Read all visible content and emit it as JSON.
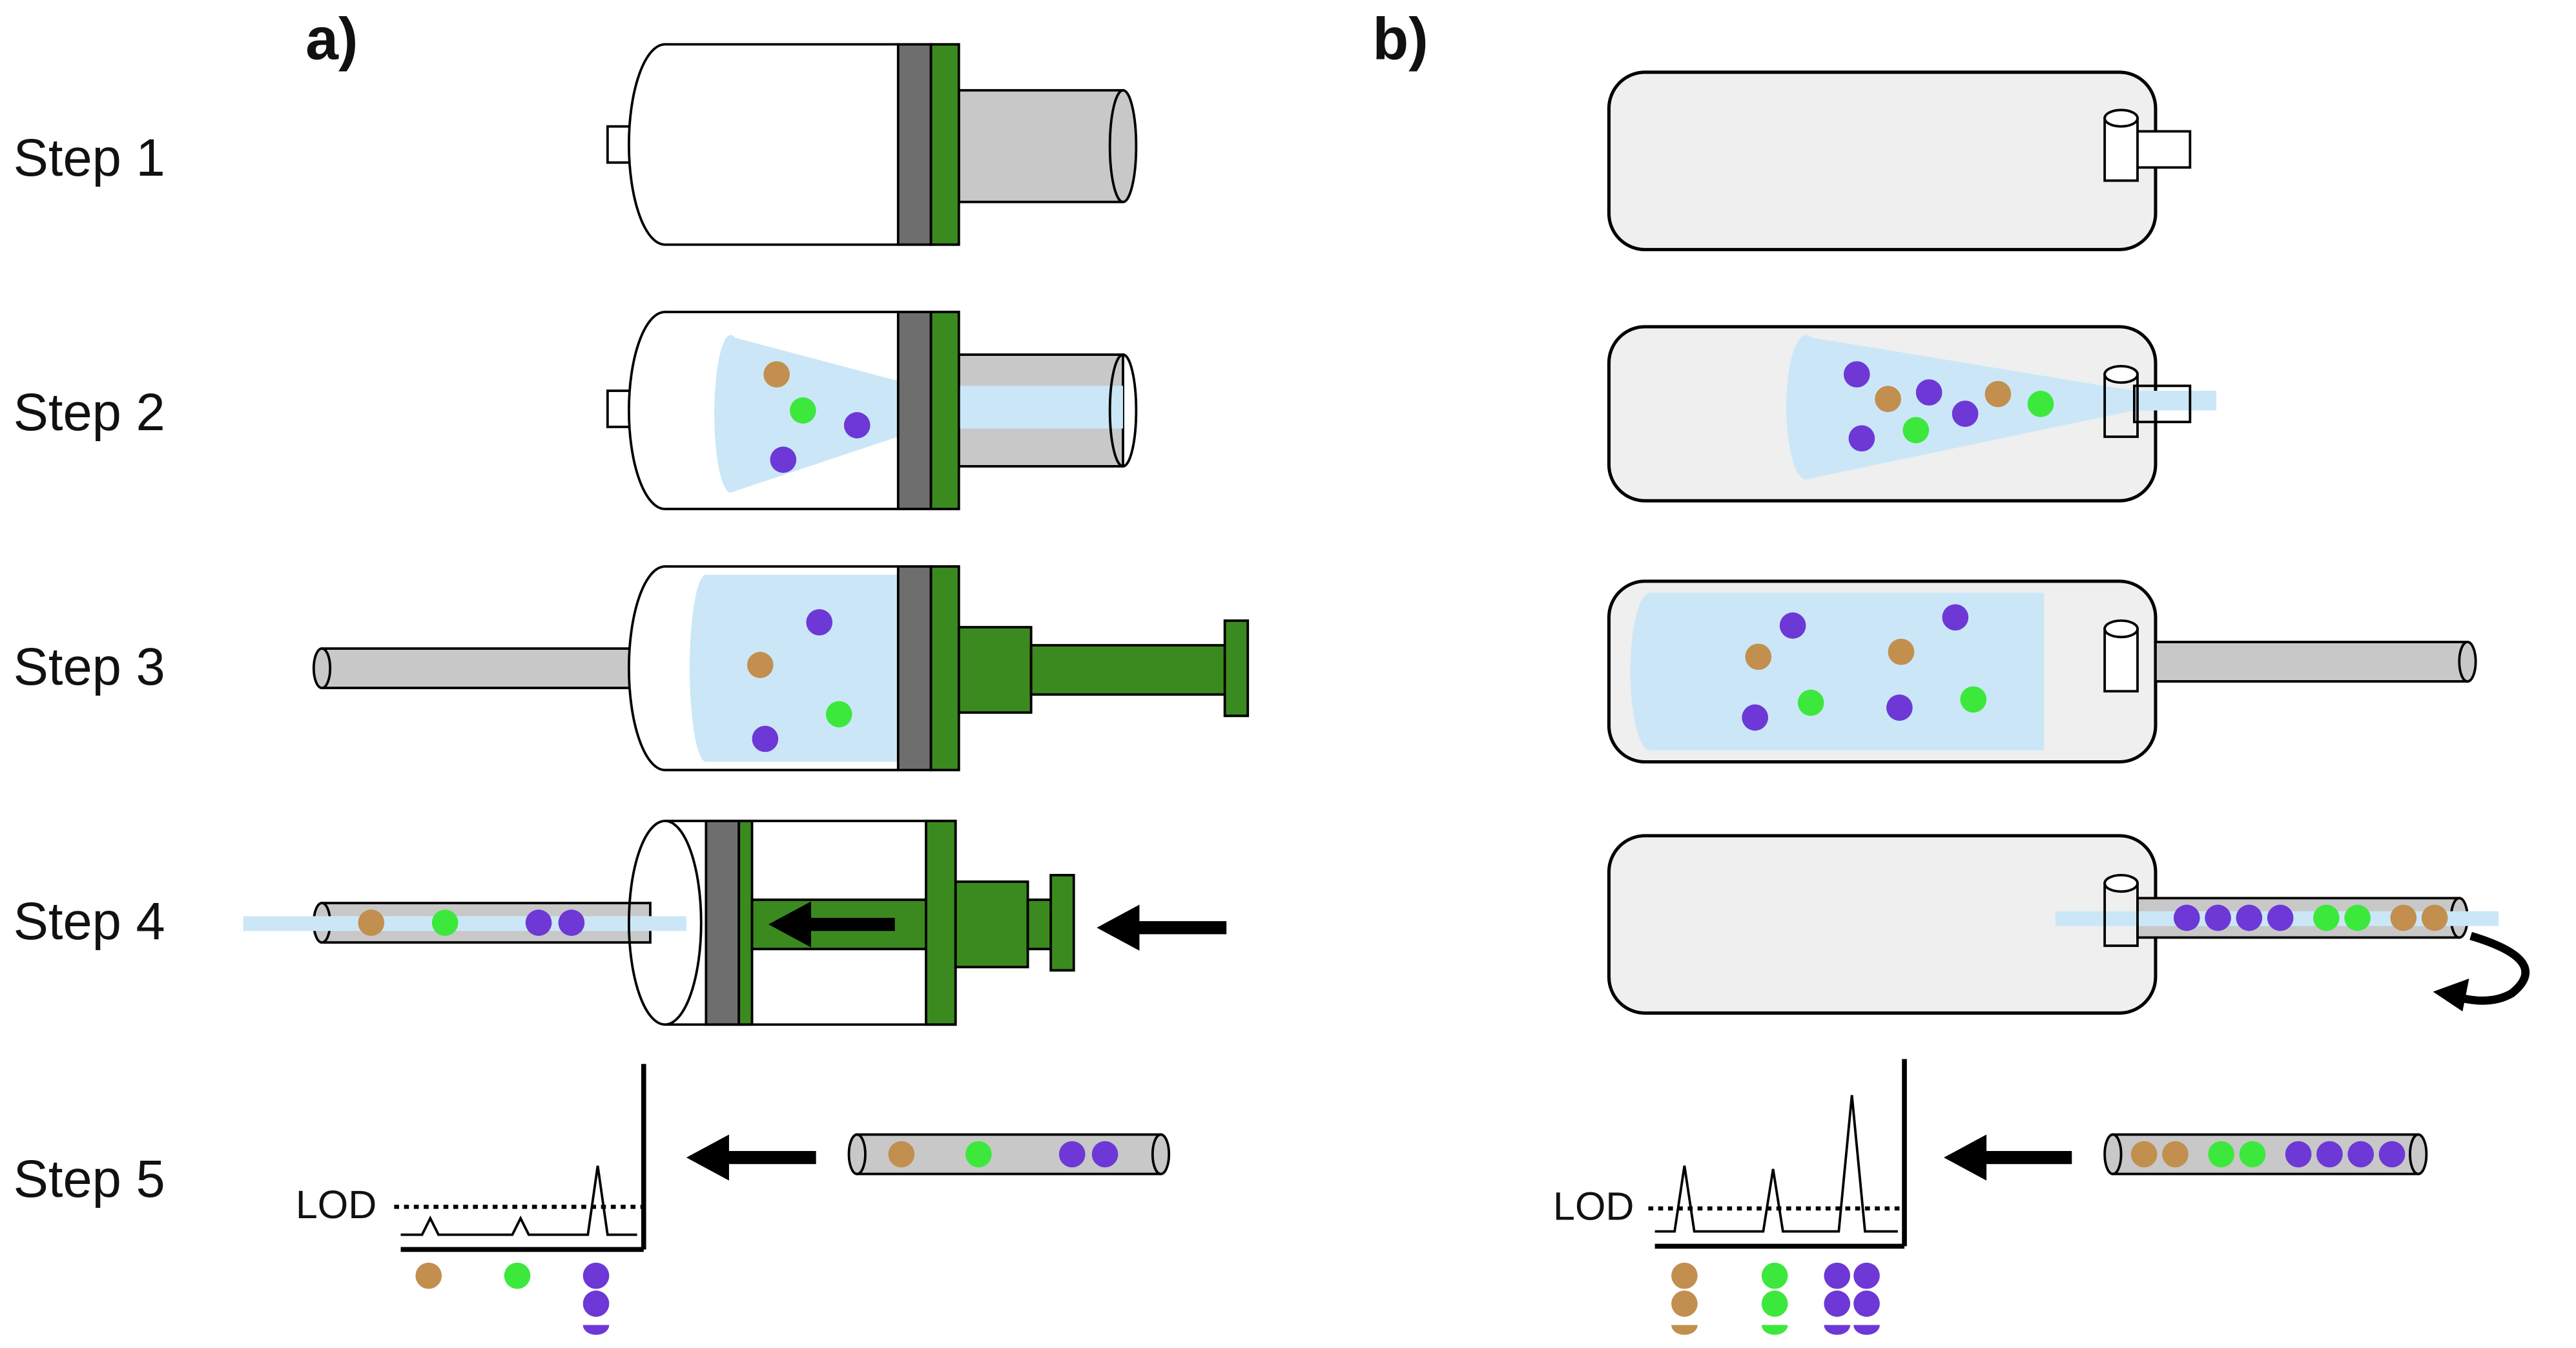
{
  "panels": {
    "a": "a)",
    "b": "b)"
  },
  "steps": [
    "Step 1",
    "Step 2",
    "Step 3",
    "Step 4",
    "Step 5"
  ],
  "lod_label": "LOD",
  "colors": {
    "particle_brown": "#c28f4e",
    "particle_green": "#3de83d",
    "particle_purple": "#6d38d6",
    "plunger_green": "#3b8a1f",
    "seal_gray": "#6e6e6e",
    "needle_gray": "#c8c8c8",
    "liquid_blue": "#cbe7f7",
    "bag_fill": "#efefef"
  },
  "icons": [
    "syringe-icon",
    "sampling-bag-icon",
    "sorbent-tube-icon",
    "arrow-icon",
    "chromatogram-icon",
    "curved-arrow-icon"
  ]
}
